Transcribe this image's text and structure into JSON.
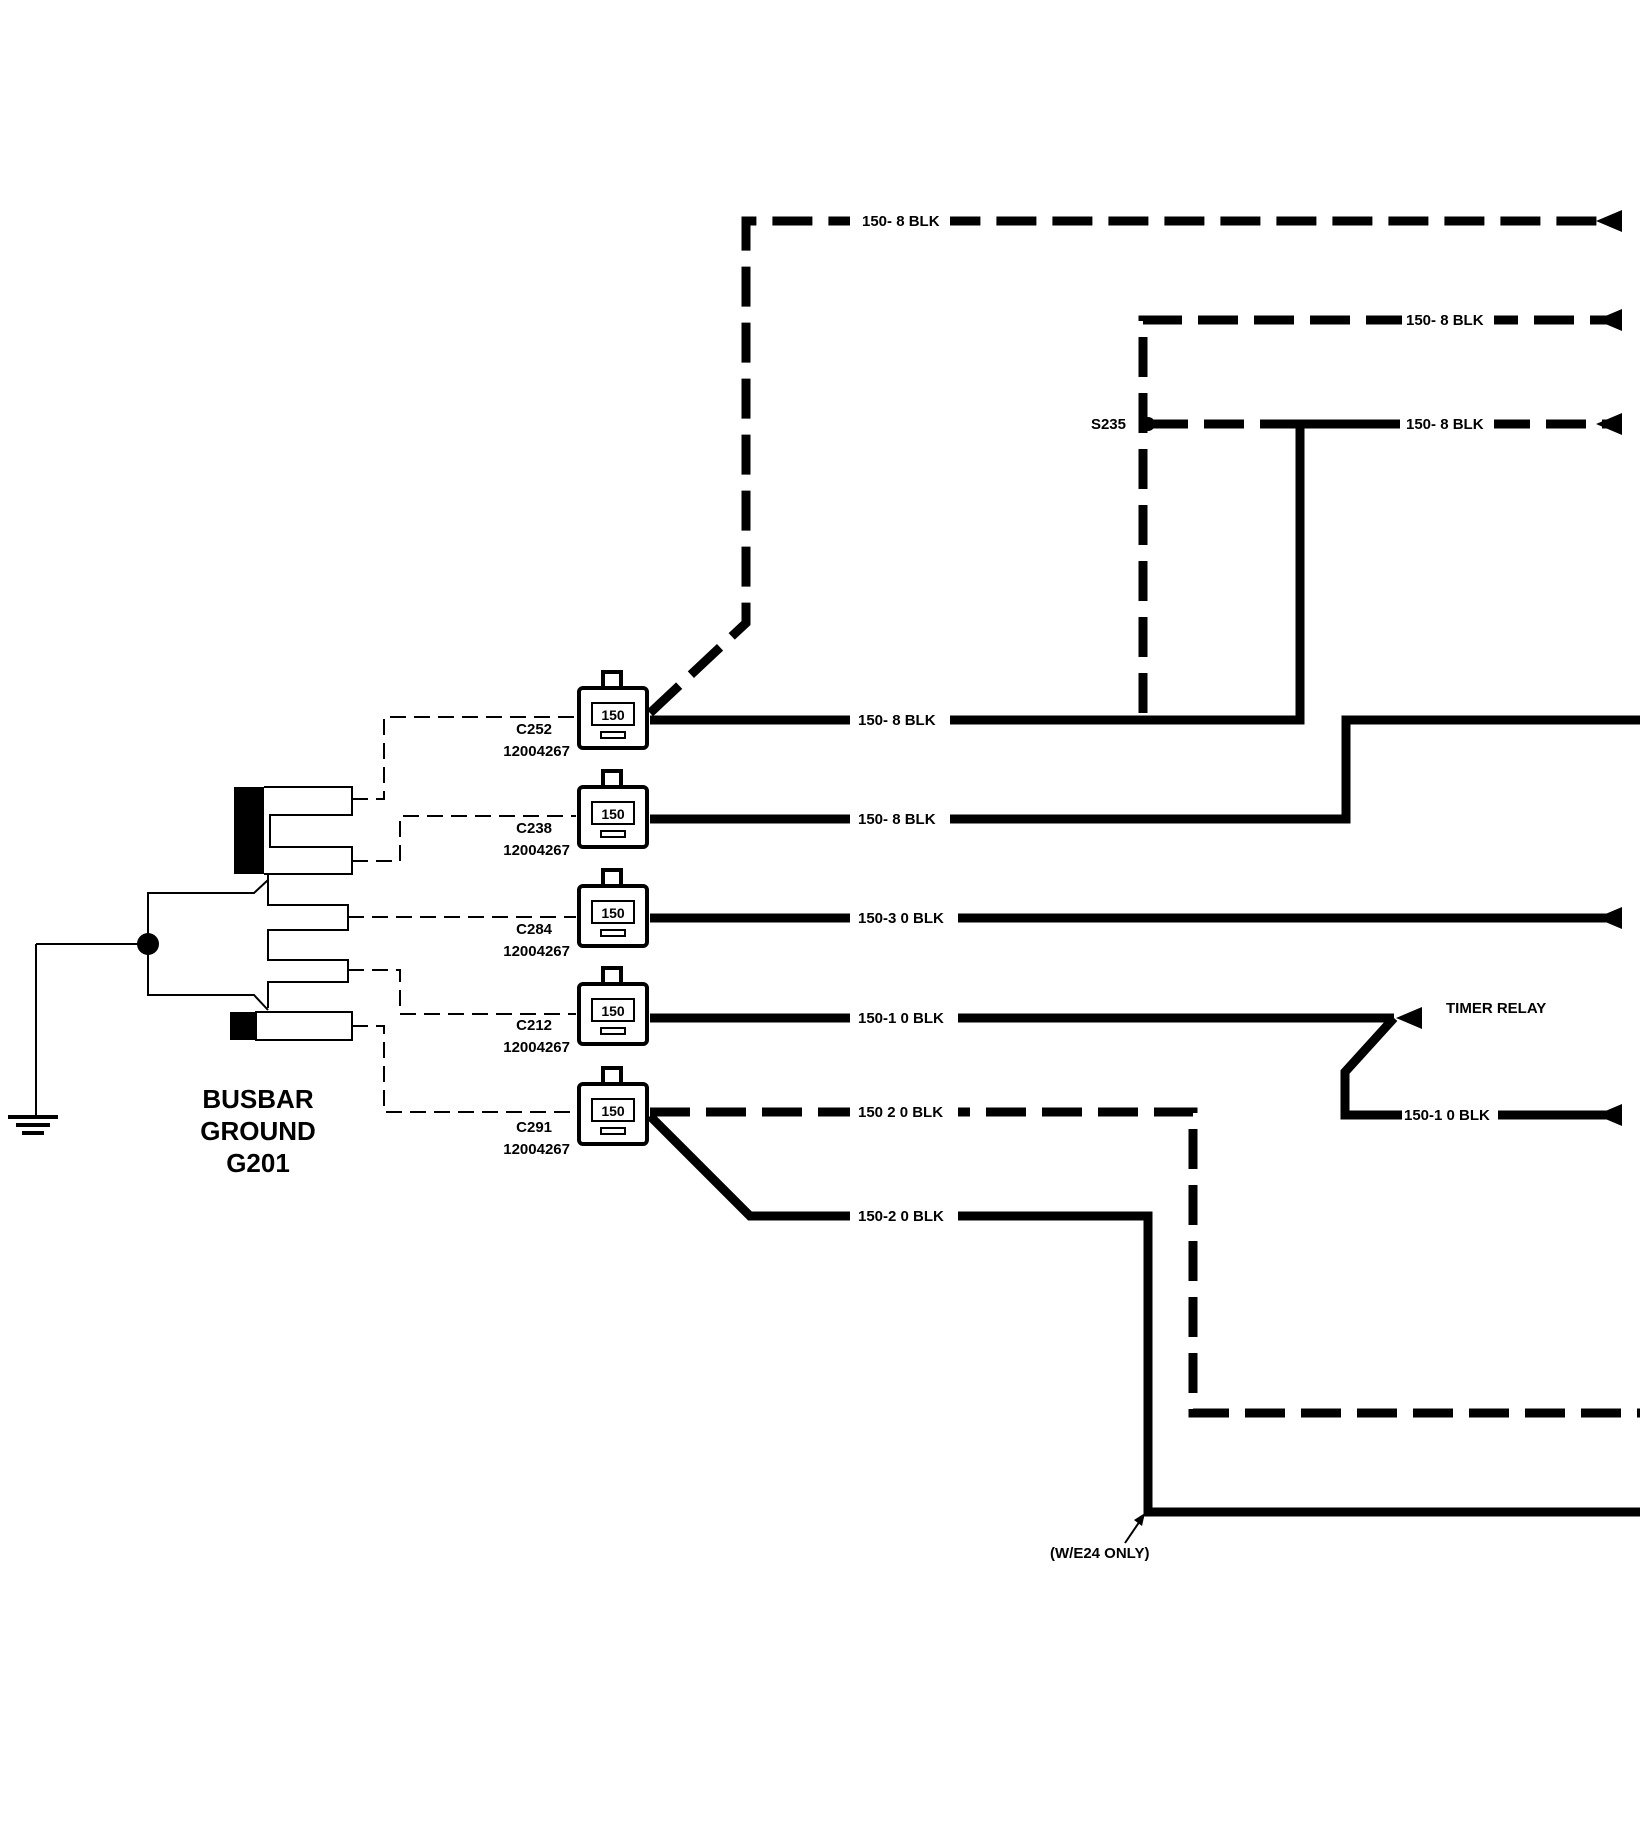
{
  "ground": {
    "title_line1": "BUSBAR",
    "title_line2": "GROUND",
    "title_line3": "G201"
  },
  "connectors": [
    {
      "id": "C252",
      "part": "12004267",
      "pin": "150"
    },
    {
      "id": "C238",
      "part": "12004267",
      "pin": "150"
    },
    {
      "id": "C284",
      "part": "12004267",
      "pin": "150"
    },
    {
      "id": "C212",
      "part": "12004267",
      "pin": "150"
    },
    {
      "id": "C291",
      "part": "12004267",
      "pin": "150"
    }
  ],
  "wires": {
    "top": "150- 8 BLK",
    "s235_upper": "150- 8 BLK",
    "s235_lower": "150- 8 BLK",
    "c252": "150- 8 BLK",
    "c238": "150- 8 BLK",
    "c284": "150-3 0 BLK",
    "c212": "150-1 0 BLK",
    "timer_lower": "150-1 0 BLK",
    "c291_dashed": "150 2 0 BLK",
    "c291_solid": "150-2 0 BLK"
  },
  "splice": "S235",
  "timer_relay": "TIMER RELAY",
  "option_note": "(W/E24 ONLY)"
}
